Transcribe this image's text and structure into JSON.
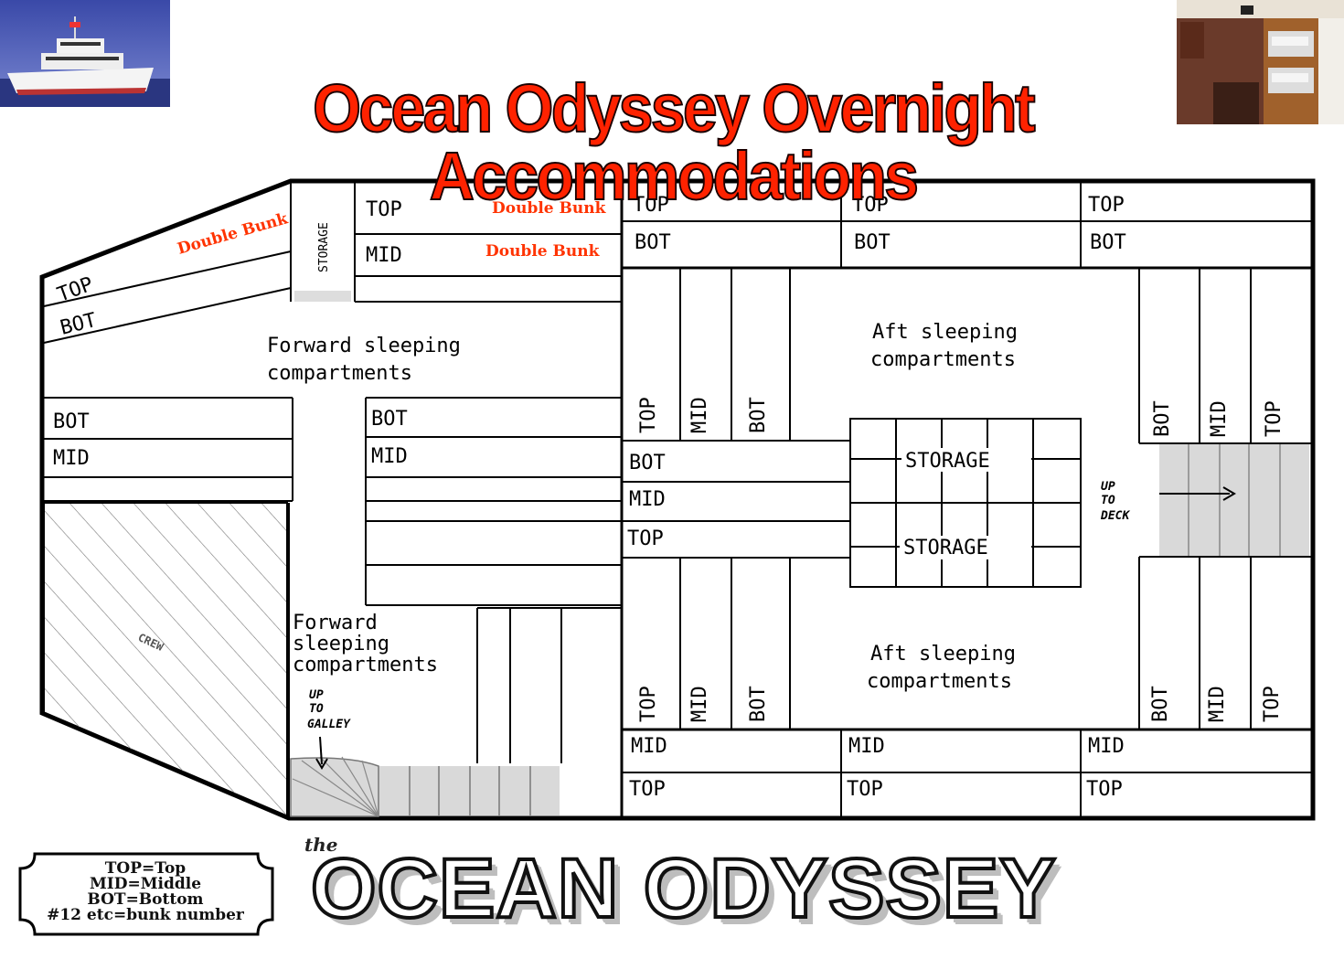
{
  "title": "Ocean Odyssey Overnight Accommodations",
  "colors": {
    "title": "#ff2200",
    "annotation": "#ff3300",
    "stair_fill": "#d9d9d9"
  },
  "forward": {
    "double_bunk_angled": "Double Bunk",
    "angled_top": "TOP",
    "angled_bot": "BOT",
    "storage": "STORAGE",
    "top_bunk": "TOP",
    "mid_bunk": "MID",
    "double_bunk_top": "Double Bunk",
    "double_bunk_mid": "Double Bunk",
    "compartments_label_line1": "Forward sleeping",
    "compartments_label_line2": "compartments",
    "left_bot": "BOT",
    "left_mid": "MID",
    "right_bot": "BOT",
    "right_mid": "MID",
    "crew": "CREW",
    "lower_label_line1": "Forward",
    "lower_label_line2": "sleeping",
    "lower_label_line3": "compartments",
    "galley_line1": "UP",
    "galley_line2": "TO",
    "galley_line3": "GALLEY"
  },
  "aft": {
    "top_row": [
      {
        "top": "TOP",
        "bot": "BOT"
      },
      {
        "top": "TOP",
        "bot": "BOT"
      },
      {
        "top": "TOP",
        "bot": "BOT"
      }
    ],
    "left_upper_vertical": [
      "TOP",
      "MID",
      "BOT"
    ],
    "left_horizontal": [
      "BOT",
      "MID",
      "TOP"
    ],
    "left_lower_vertical": [
      "TOP",
      "MID",
      "BOT"
    ],
    "right_upper_vertical": [
      "BOT",
      "MID",
      "TOP"
    ],
    "right_lower_vertical": [
      "BOT",
      "MID",
      "TOP"
    ],
    "compartments_upper_line1": "Aft sleeping",
    "compartments_upper_line2": "compartments",
    "compartments_lower_line1": "Aft sleeping",
    "compartments_lower_line2": "compartments",
    "storage_upper": "STORAGE",
    "storage_lower": "STORAGE",
    "deck_line1": "UP",
    "deck_line2": "TO",
    "deck_line3": "DECK",
    "bottom_row": [
      {
        "mid": "MID",
        "top": "TOP"
      },
      {
        "mid": "MID",
        "top": "TOP"
      },
      {
        "mid": "MID",
        "top": "TOP"
      }
    ]
  },
  "legend": {
    "line1": "TOP=Top",
    "line2": "MID=Middle",
    "line3": "BOT=Bottom",
    "line4": "#12 etc=bunk number"
  },
  "brand_prefix": "the",
  "brand": "OCEAN ODYSSEY"
}
